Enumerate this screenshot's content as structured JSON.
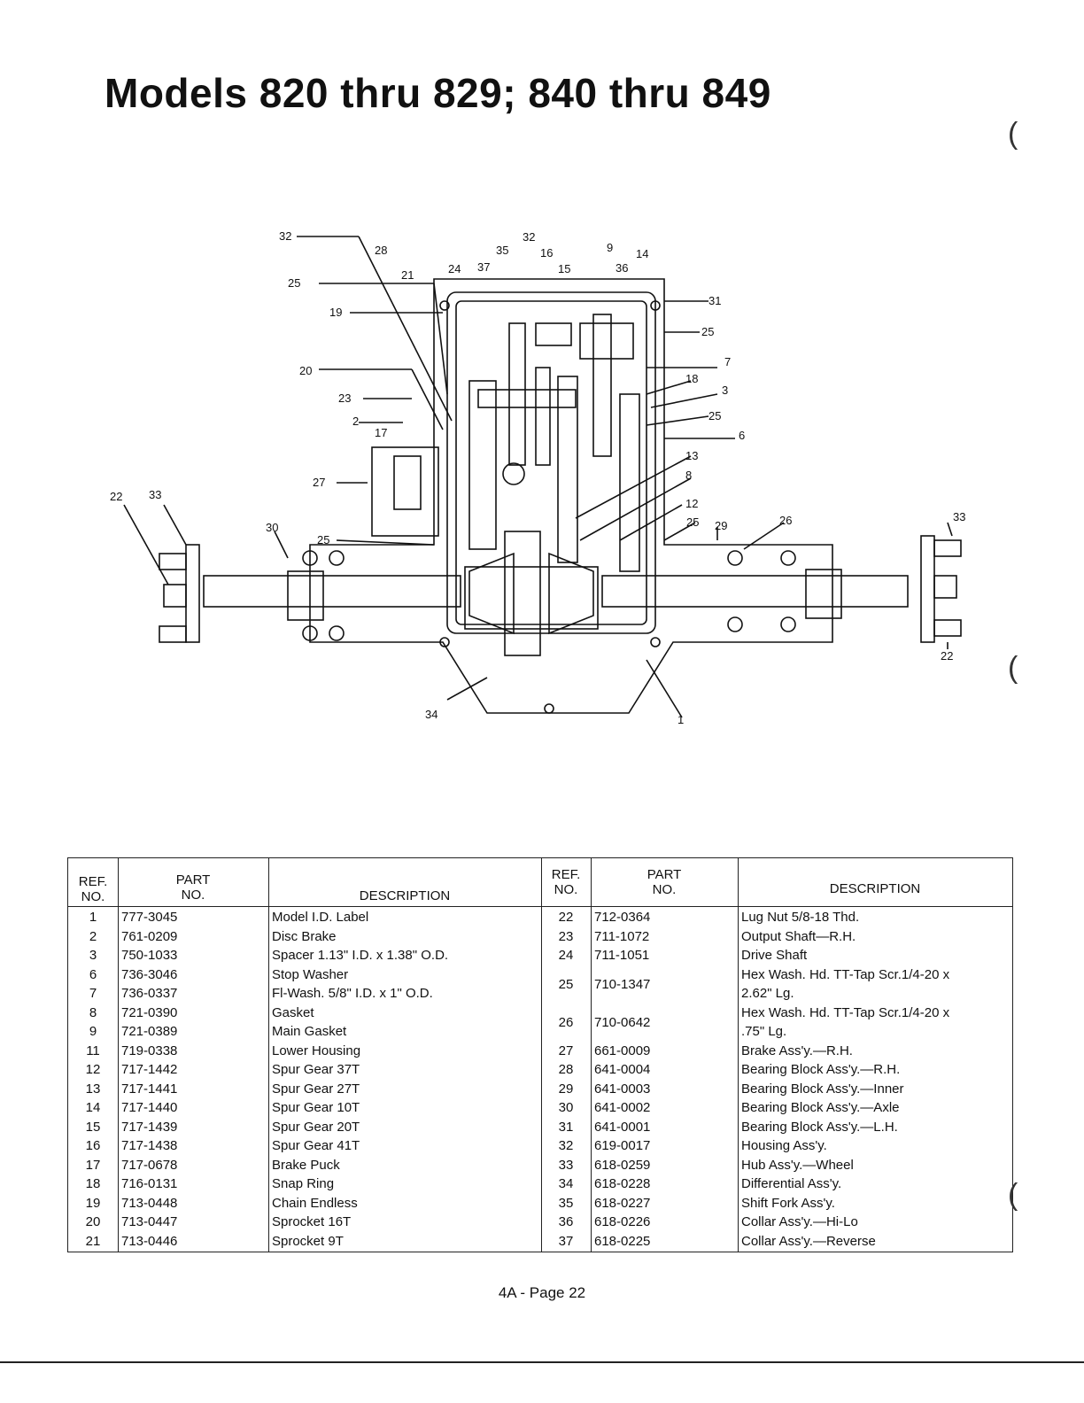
{
  "title": "Models 820 thru 829; 840 thru 849",
  "diagram": {
    "callouts": [
      "32",
      "28",
      "21",
      "25",
      "19",
      "20",
      "23",
      "2",
      "17",
      "27",
      "22",
      "33",
      "30",
      "25",
      "35",
      "32",
      "16",
      "15",
      "24",
      "37",
      "9",
      "36",
      "14",
      "31",
      "25",
      "7",
      "18",
      "3",
      "25",
      "6",
      "13",
      "8",
      "12",
      "25",
      "29",
      "26",
      "33",
      "22",
      "34",
      "1"
    ]
  },
  "table": {
    "headers": {
      "ref_line1": "REF.",
      "ref_line2": "NO.",
      "part_line1": "PART",
      "part_line2": "NO.",
      "description": "DESCRIPTION"
    },
    "left_rows": [
      {
        "ref": "1",
        "part": "777-3045",
        "desc": "Model I.D. Label"
      },
      {
        "ref": "2",
        "part": "761-0209",
        "desc": "Disc Brake"
      },
      {
        "ref": "3",
        "part": "750-1033",
        "desc": "Spacer 1.13\" I.D. x 1.38\" O.D."
      },
      {
        "ref": "6",
        "part": "736-3046",
        "desc": "Stop Washer"
      },
      {
        "ref": "7",
        "part": "736-0337",
        "desc": "Fl-Wash. 5/8\" I.D. x 1\" O.D."
      },
      {
        "ref": "8",
        "part": "721-0390",
        "desc": "Gasket"
      },
      {
        "ref": "9",
        "part": "721-0389",
        "desc": "Main Gasket"
      },
      {
        "ref": "11",
        "part": "719-0338",
        "desc": "Lower Housing"
      },
      {
        "ref": "12",
        "part": "717-1442",
        "desc": "Spur Gear 37T"
      },
      {
        "ref": "13",
        "part": "717-1441",
        "desc": "Spur Gear 27T"
      },
      {
        "ref": "14",
        "part": "717-1440",
        "desc": "Spur Gear 10T"
      },
      {
        "ref": "15",
        "part": "717-1439",
        "desc": "Spur Gear 20T"
      },
      {
        "ref": "16",
        "part": "717-1438",
        "desc": "Spur Gear 41T"
      },
      {
        "ref": "17",
        "part": "717-0678",
        "desc": "Brake Puck"
      },
      {
        "ref": "18",
        "part": "716-0131",
        "desc": "Snap Ring"
      },
      {
        "ref": "19",
        "part": "713-0448",
        "desc": "Chain Endless"
      },
      {
        "ref": "20",
        "part": "713-0447",
        "desc": "Sprocket 16T"
      },
      {
        "ref": "21",
        "part": "713-0446",
        "desc": "Sprocket 9T"
      }
    ],
    "right_rows": [
      {
        "ref": "22",
        "part": "712-0364",
        "desc": "Lug Nut 5/8-18 Thd."
      },
      {
        "ref": "23",
        "part": "711-1072",
        "desc": "Output Shaft—R.H."
      },
      {
        "ref": "24",
        "part": "711-1051",
        "desc": "Drive Shaft"
      },
      {
        "ref": "25",
        "part": "710-1347",
        "desc": "Hex Wash. Hd. TT-Tap Scr.1/4-20 x",
        "desc2": "2.62\" Lg."
      },
      {
        "ref": "26",
        "part": "710-0642",
        "desc": "Hex Wash. Hd. TT-Tap Scr.1/4-20 x",
        "desc2": ".75\" Lg."
      },
      {
        "ref": "27",
        "part": "661-0009",
        "desc": "Brake Ass'y.—R.H."
      },
      {
        "ref": "28",
        "part": "641-0004",
        "desc": "Bearing Block Ass'y.—R.H."
      },
      {
        "ref": "29",
        "part": "641-0003",
        "desc": "Bearing Block Ass'y.—Inner"
      },
      {
        "ref": "30",
        "part": "641-0002",
        "desc": "Bearing Block Ass'y.—Axle"
      },
      {
        "ref": "31",
        "part": "641-0001",
        "desc": "Bearing Block Ass'y.—L.H."
      },
      {
        "ref": "32",
        "part": "619-0017",
        "desc": "Housing Ass'y."
      },
      {
        "ref": "33",
        "part": "618-0259",
        "desc": "Hub Ass'y.—Wheel"
      },
      {
        "ref": "34",
        "part": "618-0228",
        "desc": "Differential Ass'y."
      },
      {
        "ref": "35",
        "part": "618-0227",
        "desc": "Shift Fork Ass'y."
      },
      {
        "ref": "36",
        "part": "618-0226",
        "desc": "Collar Ass'y.—Hi-Lo"
      },
      {
        "ref": "37",
        "part": "618-0225",
        "desc": "Collar Ass'y.—Reverse"
      }
    ]
  },
  "footer": "4A - Page 22"
}
